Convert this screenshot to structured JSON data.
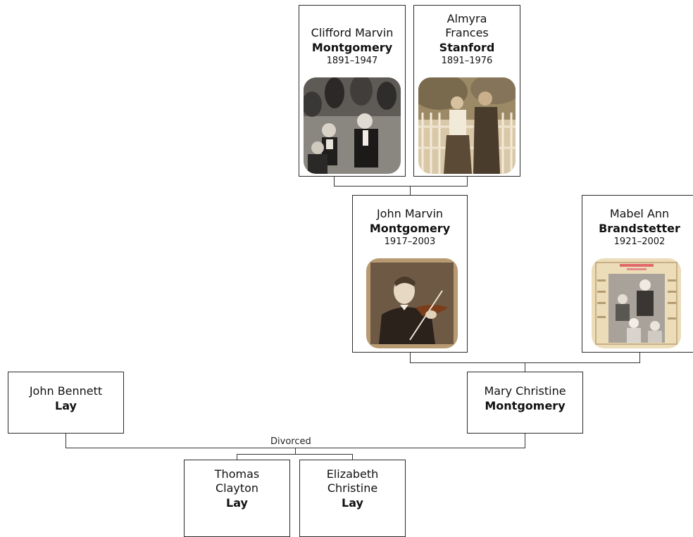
{
  "relationship": {
    "label": "Divorced"
  },
  "people": {
    "clifford": {
      "given_line1": "Clifford Marvin",
      "given_line2": "",
      "surname": "Montgomery",
      "years": "1891–1947",
      "photo": "sepia-group-photo-icon"
    },
    "almyra": {
      "given_line1": "Almyra",
      "given_line2": "Frances",
      "surname": "Stanford",
      "years": "1891–1976",
      "photo": "sepia-couple-photo-icon"
    },
    "john_marvin": {
      "given_line1": "John Marvin",
      "given_line2": "",
      "surname": "Montgomery",
      "years": "1917–2003",
      "photo": "violinist-portrait-photo-icon"
    },
    "mabel": {
      "given_line1": "Mabel Ann",
      "given_line2": "",
      "surname": "Brandstetter",
      "years": "1921–2002",
      "photo": "family-collage-photo-icon"
    },
    "john_bennett": {
      "given_line1": "John Bennett",
      "given_line2": "",
      "surname": "Lay",
      "years": ""
    },
    "mary": {
      "given_line1": "Mary Christine",
      "given_line2": "",
      "surname": "Montgomery",
      "years": ""
    },
    "thomas": {
      "given_line1": "Thomas",
      "given_line2": "Clayton",
      "surname": "Lay",
      "years": ""
    },
    "elizabeth": {
      "given_line1": "Elizabeth",
      "given_line2": "Christine",
      "surname": "Lay",
      "years": ""
    }
  },
  "colors": {
    "box_border": "#2a2a2a",
    "line": "#333333",
    "sepia": "#c9a97a"
  }
}
